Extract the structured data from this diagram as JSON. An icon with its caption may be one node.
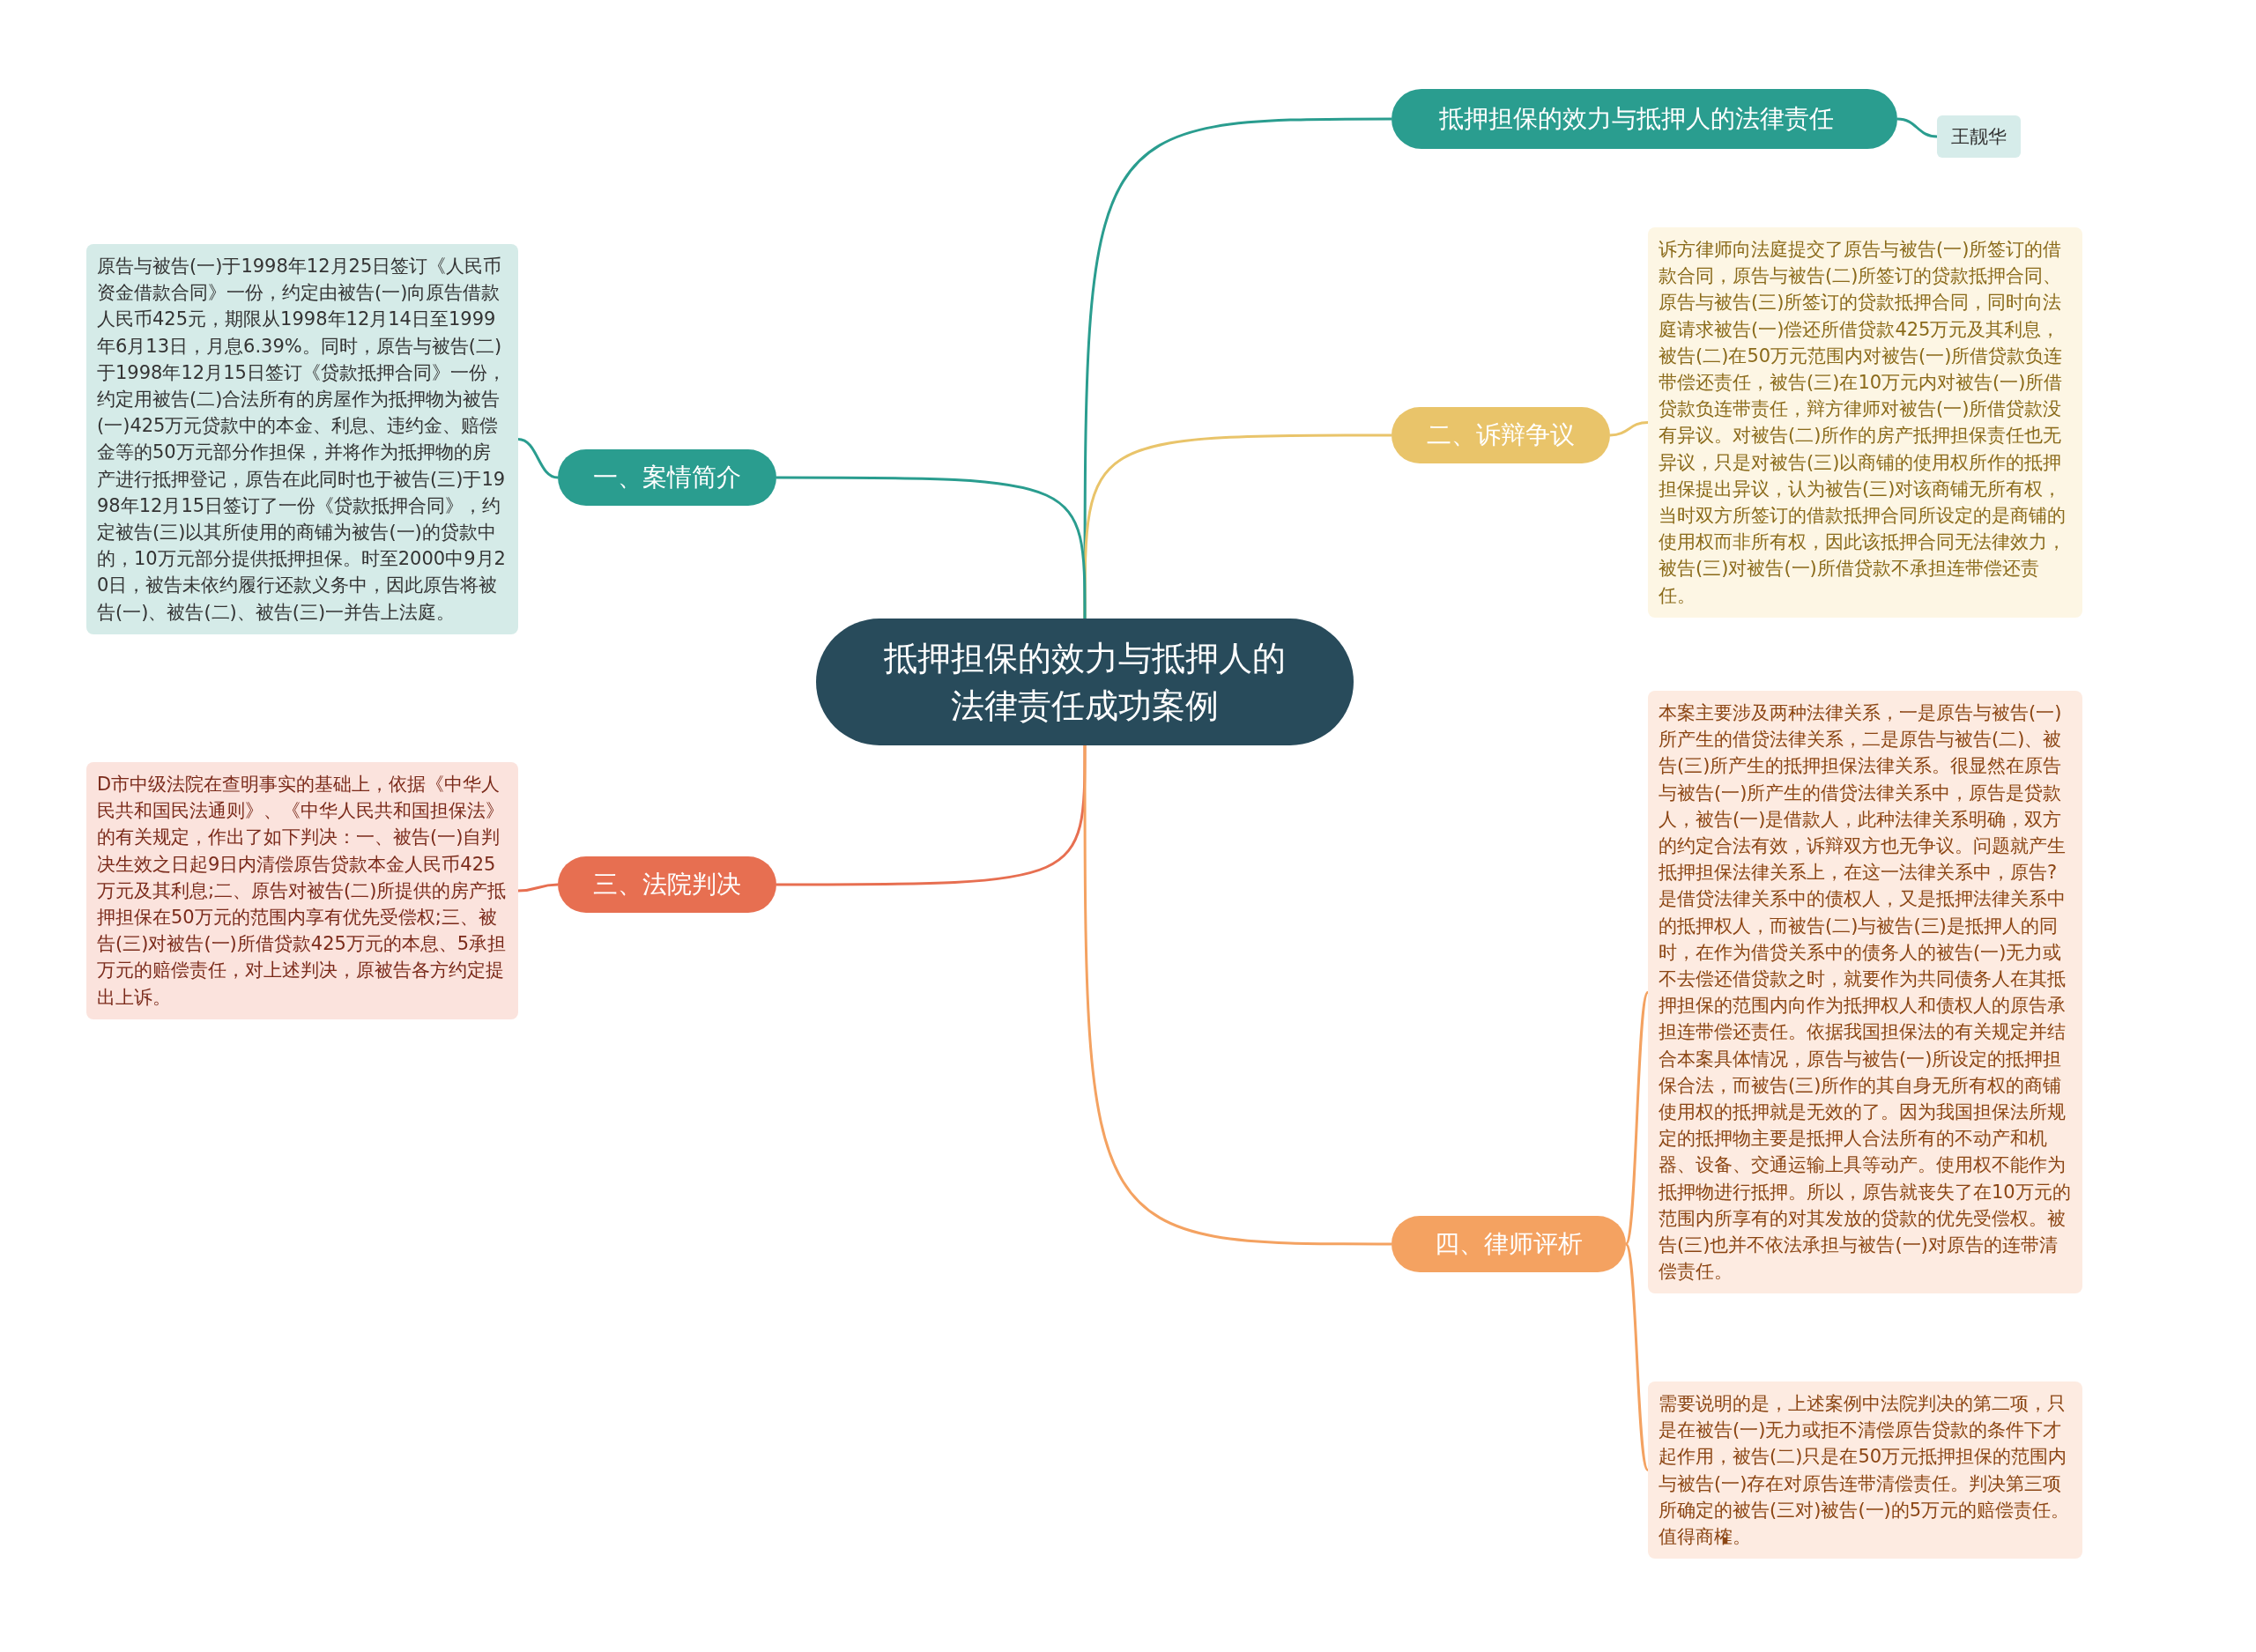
{
  "diagram": {
    "nodes": [
      {
        "text": [
          "抵押担保的效力与抵押人的法律责任成功案例"
        ]
      },
      {
        "text": [
          "抵押担保的效力与抵押人的法律责任"
        ]
      },
      {
        "text": [
          "王靓华"
        ]
      },
      {
        "text": [
          "二、诉辩争议"
        ]
      },
      {
        "text": [
          "诉方律师向法庭提交了原告与被告(一)所签订的借款合同，原告与被告(二)所签订的贷款抵押合同、原告与被告(三)所签订的贷款抵押合同，同时向法庭请求被告(一)偿还所借贷款425万元及其利息，被告(二)在50万元范围内对被告(一)所借贷款负连带偿还责任，被告(三)在10万元内对被告(一)所借贷款负连带责任，辩方律师对被告(一)所借贷款没有异议。对被告(二)所作的房产抵押担保责任也无异议，只是对被告(三)以商铺的使用权所作的抵押担保提出异议，认为被告(三)对该商铺无所有权，当时双方所签订的借款抵押合同所设定的是商铺的使用权而非所有权，因此该抵押合同无法律效力，被告(三)对被告(一)所借贷款不承担连带偿还责任。"
        ]
      },
      {
        "text": [
          "一、案情简介"
        ]
      },
      {
        "text": [
          "原告与被告(一)于1998年12月25日签订《人民币资金借款合同》一份，约定由被告(一)向原告借款人民币425元，期限从1998年12月14日至1999年6月13日，月息6.39%。同时，原告与被告(二)于1998年12月15日签订《贷款抵押合同》一份，约定用被告(二)合法所有的房屋作为抵押物为被告(一)425万元贷款中的本金、利息、违约金、赔偿金等的50万元部分作担保，并将作为抵押物的房产进行抵押登记，原告在此同时也于被告(三)于1998年12月15日签订了一份《贷款抵押合同》，约定被告(三)以其所使用的商铺为被告(一)的贷款中的，10万元部分提供抵押担保。时至2000中9月20日，被告未依约履行还款义务中，因此原告将被告(一)、被告(二)、被告(三)一并告上法庭。"
        ]
      },
      {
        "text": [
          "三、法院判决"
        ]
      },
      {
        "text": [
          "D市中级法院在查明事实的基础上，依据《中华人民共和国民法通则》、《中华人民共和国担保法》的有关规定，作出了如下判决：一、被告(一)自判决生效之日起9日内清偿原告贷款本金人民币425万元及其利息;二、原告对被告(二)所提供的房产抵押担保在50万元的范围内享有优先受偿权;三、被告(三)对被告(一)所借贷款425万元的本息、5承担万元的赔偿责任，对上述判决，原被告各方约定提出上诉。"
        ]
      },
      {
        "text": [
          "四、律师评析"
        ]
      },
      {
        "text": [
          "本案主要涉及两种法律关系，一是原告与被告(一)所产生的借贷法律关系，二是原告与被告(二)、被告(三)所产生的抵押担保法律关系。很显然在原告与被告(一)所产生的借贷法律关系中，原告是贷款人，被告(一)是借款人，此种法律关系明确，双方的约定合法有效，诉辩双方也无争议。问题就产生抵押担保法律关系上，在这一法律关系中，原告?是借贷法律关系中的债权人，又是抵押法律关系中的抵押权人，而被告(二)与被告(三)是抵押人的同时，在作为借贷关系中的债务人的被告(一)无力或不去偿还借贷款之时，就要作为共同债务人在其抵押担保的范围内向作为抵押权人和债权人的原告承担连带偿还责任。依据我国担保法的有关规定并结合本案具体情况，原告与被告(一)所设定的抵押担保合法，而被告(三)所作的其自身无所有权的商铺使用权的抵押就是无效的了。因为我国担保法所规定的抵押物主要是抵押人合法所有的不动产和机器、设备、交通运输上具等动产。使用权不能作为抵押物进行抵押。所以，原告就丧失了在10万元的范围内所享有的对其发放的贷款的优先受偿权。被告(三)也并不依法承担与被告(一)对原告的连带清偿责任。"
        ]
      },
      {
        "text": [
          "需要说明的是，上述案例中法院判决的第二项，只是在被告(一)无力或拒不清偿原告贷款的条件下才起作用，被告(二)只是在50万元抵押担保的范围内与被告(一)存在对原告连带清偿责任。判决第三项所确定的被告(三对)被告(一)的5万元的赔偿责任。值得商榷。"
        ]
      }
    ],
    "edges": [
      {
        "from": 0,
        "to": 1,
        "arrow": "none"
      },
      {
        "from": 1,
        "to": 2,
        "arrow": "none"
      },
      {
        "from": 0,
        "to": 3,
        "arrow": "none",
        "color": "#e9c46a"
      },
      {
        "from": 3,
        "to": 4,
        "arrow": "none",
        "color": "#e9c46a"
      },
      {
        "from": 0,
        "to": 5,
        "arrow": "none"
      },
      {
        "from": 5,
        "to": 6,
        "arrow": "none"
      },
      {
        "from": 0,
        "to": 7,
        "arrow": "none",
        "color": "#e76f51"
      },
      {
        "from": 7,
        "to": 8,
        "arrow": "none",
        "color": "#e76f51"
      },
      {
        "from": 0,
        "to": 9,
        "arrow": "none",
        "color": "#f4a261"
      },
      {
        "from": 9,
        "to": 10,
        "arrow": "none",
        "color": "#f4a261"
      },
      {
        "from": 9,
        "to": 11,
        "arrow": "none",
        "color": "#f4a261"
      }
    ]
  }
}
